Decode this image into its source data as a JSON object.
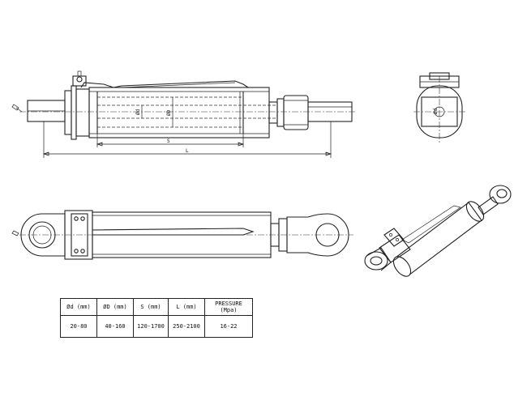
{
  "side_view": {
    "dim_d": "Ød",
    "dim_D": "ØD",
    "dim_S": "S",
    "dim_L": "L"
  },
  "end_view": {
    "dim_label": "Ød"
  },
  "spec_table": {
    "headers": [
      "Ød (mm)",
      "ØD (mm)",
      "S (mm)",
      "L (mm)",
      "PRESSURE (Mpa)"
    ],
    "rows": [
      [
        "20-80",
        "40-160",
        "120-1700",
        "250-2100",
        "16-22"
      ]
    ]
  }
}
